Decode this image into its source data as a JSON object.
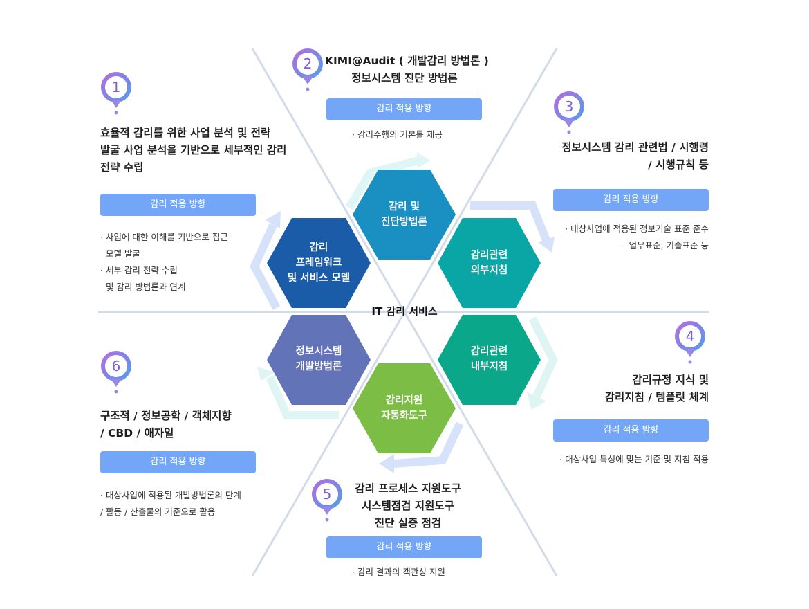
{
  "center": "IT 감리 서비스",
  "hexagons": {
    "framework": [
      "감리",
      "프레임워크",
      "및 서비스 모델"
    ],
    "methodology": [
      "감리 및",
      "진단방법론"
    ],
    "external": [
      "감리관련",
      "외부지침"
    ],
    "internal": [
      "감리관련",
      "내부지침"
    ],
    "automation": [
      "감리지원",
      "자동화도구"
    ],
    "dev_method": [
      "정보시스템",
      "개발방법론"
    ]
  },
  "sections": [
    {
      "num": "1",
      "title": [
        "효율적 감리를 위한 사업 분석 및 전략",
        "발굴 사업 분석을 기반으로 세부적인 감리",
        "전략 수립"
      ],
      "pill": "감리 적용 방향",
      "desc": [
        "· 사업에 대한 이해를 기반으로 접근",
        "  모델 발굴",
        "· 세부 감리 전략 수립",
        "  및 감리 방법론과 연계"
      ]
    },
    {
      "num": "2",
      "title": [
        "KIMI@Audit ( 개발감리 방법론 )",
        "정보시스템 진단 방법론"
      ],
      "pill": "감리 적용 방향",
      "desc": [
        "· 감리수행의 기본틀 제공"
      ]
    },
    {
      "num": "3",
      "title": [
        "정보시스템 감리 관련법 / 시행령",
        "/ 시행규칙 등"
      ],
      "pill": "감리 적용 방향",
      "desc": [
        "· 대상사업에 적용된 정보기술 표준 준수",
        "- 업무표준, 기술표준 등"
      ]
    },
    {
      "num": "4",
      "title": [
        "감리규정 지식 및",
        "감리지침 / 템플릿 체계"
      ],
      "pill": "감리 적용 방향",
      "desc": [
        "· 대상사업 특성에 맞는 기준 및 지침 적용"
      ]
    },
    {
      "num": "5",
      "title": [
        "감리 프로세스 지원도구",
        "시스템점검 지원도구",
        "진단 실증 점검"
      ],
      "pill": "감리 적용 방향",
      "desc": [
        "· 감리 결과의 객관성 지원"
      ]
    },
    {
      "num": "6",
      "title": [
        "구조적 / 정보공학 / 객체지향",
        "/ CBD / 애자일"
      ],
      "pill": "감리 적용 방향",
      "desc": [
        "· 대상사업에 적용된 개발방법론의 단계",
        "/ 활동 / 산출물의 기준으로 활용"
      ]
    }
  ],
  "colors": {
    "framework": "#1a5ca8",
    "methodology": "#1a8fc1",
    "external": "#0aa6a6",
    "internal": "#0aa78b",
    "automation": "#7cbd45",
    "dev_method": "#6273b7",
    "pill": "#74a6f7",
    "pin_gradient_start": "#b56be0",
    "pin_gradient_end": "#4f9fe8",
    "divider": "#d3dbe8"
  }
}
